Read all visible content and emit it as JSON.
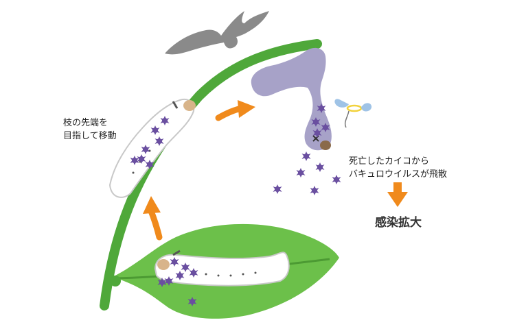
{
  "labels": {
    "climb_line1": "枝の先端を",
    "climb_line2": "目指して移動",
    "death_line1": "死亡したカイコから",
    "death_line2": "バキュロウイルスが飛散",
    "result": "感染拡大"
  },
  "colors": {
    "branch": "#4fa83a",
    "leaf": "#6cc04a",
    "leaf_vein": "#4c9a33",
    "larva_body": "#ffffff",
    "larva_outline": "#c8c8c8",
    "dead_larva": "#a7a2c8",
    "virus": "#6a4fa0",
    "arrow": "#f08a1c",
    "bird": "#8a8a8a",
    "spirit": "#9fc3e6",
    "halo": "#f2d23c"
  },
  "icons": [
    "bird-icon",
    "larva-icon",
    "dead-larva-icon",
    "virus-icon",
    "arrow-icon",
    "spirit-icon",
    "leaf-icon",
    "branch-icon"
  ]
}
